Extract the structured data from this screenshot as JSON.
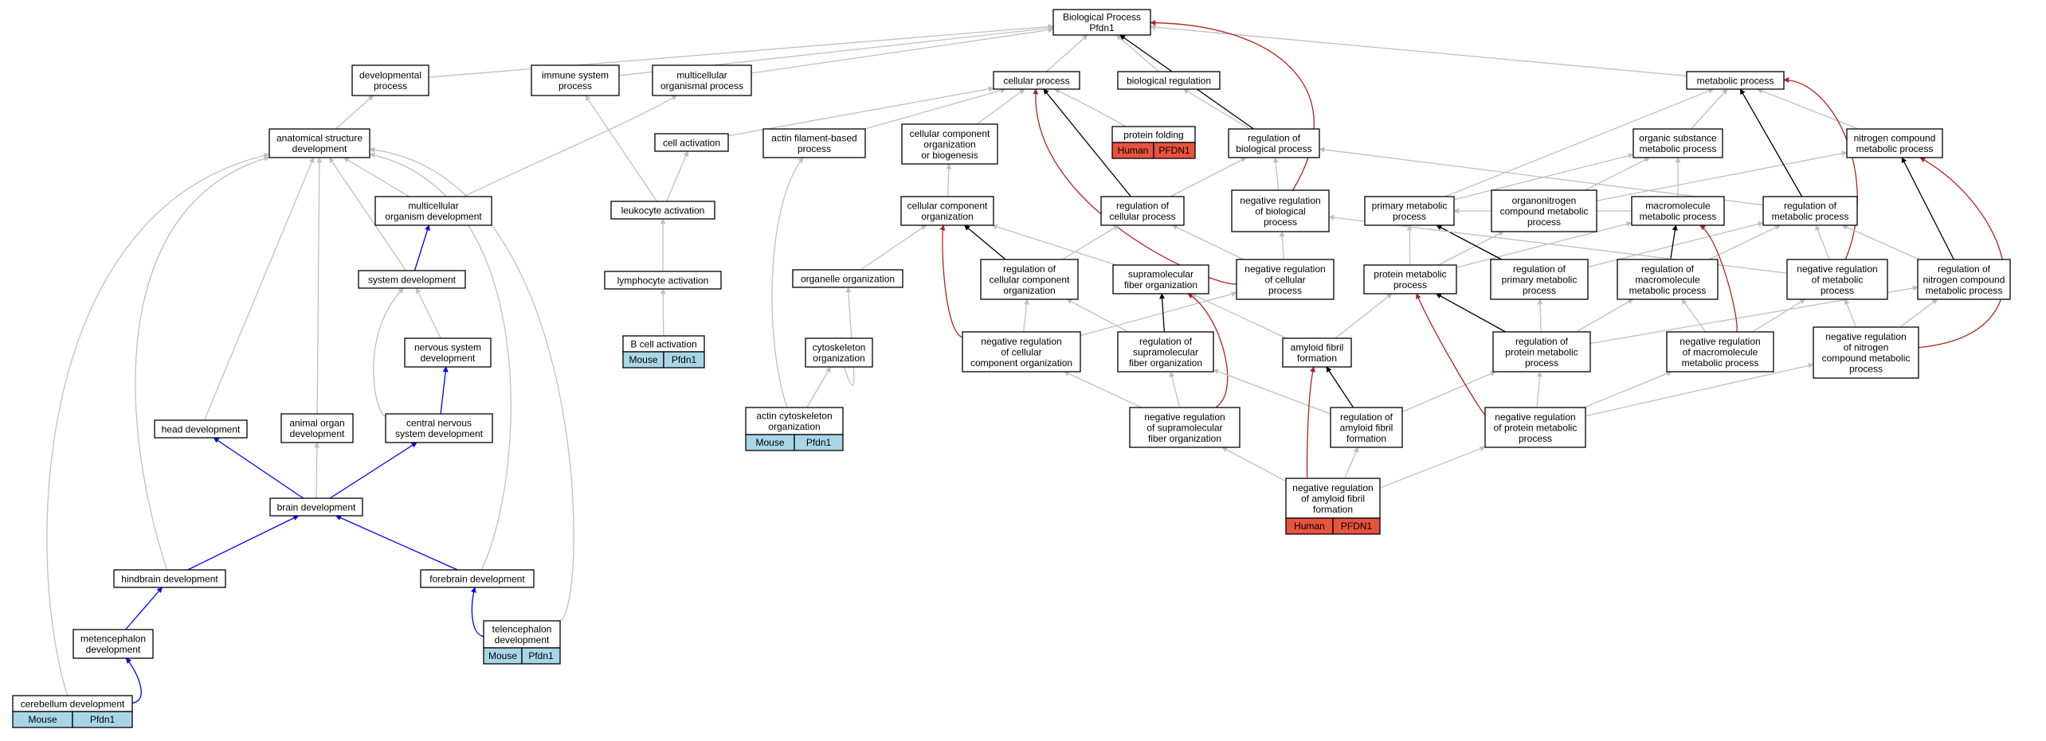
{
  "colors": {
    "is_a": "#c0c0c0",
    "part_of": "#000000",
    "positive": "#0000ff",
    "negative": "#b22222",
    "human_fill": "#e8533f",
    "mouse_fill": "#a8d6e6"
  },
  "nodes": [
    {
      "id": "bp",
      "lines": [
        "Biological Process",
        "Pfdn1"
      ]
    },
    {
      "id": "dev",
      "lines": [
        "developmental",
        "process"
      ]
    },
    {
      "id": "immune",
      "lines": [
        "immune system",
        "process"
      ]
    },
    {
      "id": "multicell",
      "lines": [
        "multicellular",
        "organismal process"
      ]
    },
    {
      "id": "cellproc",
      "lines": [
        "cellular process"
      ]
    },
    {
      "id": "bioreg",
      "lines": [
        "biological regulation"
      ]
    },
    {
      "id": "metab",
      "lines": [
        "metabolic process"
      ]
    },
    {
      "id": "anatdev",
      "lines": [
        "anatomical structure",
        "development"
      ]
    },
    {
      "id": "cellact",
      "lines": [
        "cell activation"
      ]
    },
    {
      "id": "actinfil",
      "lines": [
        "actin filament-based",
        "process"
      ]
    },
    {
      "id": "ccob",
      "lines": [
        "cellular component",
        "organization",
        "or biogenesis"
      ]
    },
    {
      "id": "protfold",
      "lines": [
        "protein folding"
      ],
      "ann": [
        "Human",
        "PFDN1"
      ],
      "org": "human"
    },
    {
      "id": "regbio",
      "lines": [
        "regulation of",
        "biological process"
      ]
    },
    {
      "id": "orgsub",
      "lines": [
        "organic substance",
        "metabolic process"
      ]
    },
    {
      "id": "nitro",
      "lines": [
        "nitrogen compound",
        "metabolic process"
      ]
    },
    {
      "id": "multorgdev",
      "lines": [
        "multicellular",
        "organism development"
      ]
    },
    {
      "id": "leuk",
      "lines": [
        "leukocyte activation"
      ]
    },
    {
      "id": "cco",
      "lines": [
        "cellular component",
        "organization"
      ]
    },
    {
      "id": "regcell",
      "lines": [
        "regulation of",
        "cellular process"
      ]
    },
    {
      "id": "negregbio",
      "lines": [
        "negative regulation",
        "of biological",
        "process"
      ]
    },
    {
      "id": "primmet",
      "lines": [
        "primary metabolic",
        "process"
      ]
    },
    {
      "id": "orgnitro",
      "lines": [
        "organonitrogen",
        "compound metabolic",
        "process"
      ]
    },
    {
      "id": "macromet",
      "lines": [
        "macromolecule",
        "metabolic process"
      ]
    },
    {
      "id": "regmet",
      "lines": [
        "regulation of",
        "metabolic process"
      ]
    },
    {
      "id": "sysdev",
      "lines": [
        "system development"
      ]
    },
    {
      "id": "lymph",
      "lines": [
        "lymphocyte activation"
      ]
    },
    {
      "id": "organelle",
      "lines": [
        "organelle organization"
      ]
    },
    {
      "id": "regcco",
      "lines": [
        "regulation of",
        "cellular component",
        "organization"
      ]
    },
    {
      "id": "supfib",
      "lines": [
        "supramolecular",
        "fiber organization"
      ]
    },
    {
      "id": "negregcell",
      "lines": [
        "negative regulation",
        "of cellular",
        "process"
      ]
    },
    {
      "id": "protmet",
      "lines": [
        "protein metabolic",
        "process"
      ]
    },
    {
      "id": "regprim",
      "lines": [
        "regulation of",
        "primary metabolic",
        "process"
      ]
    },
    {
      "id": "regmacro",
      "lines": [
        "regulation of",
        "macromolecule",
        "metabolic process"
      ]
    },
    {
      "id": "negregmet",
      "lines": [
        "negative regulation",
        "of metabolic",
        "process"
      ]
    },
    {
      "id": "regnitro",
      "lines": [
        "regulation of",
        "nitrogen compound",
        "metabolic process"
      ]
    },
    {
      "id": "bcell",
      "lines": [
        "B cell activation"
      ],
      "ann": [
        "Mouse",
        "Pfdn1"
      ],
      "org": "mouse"
    },
    {
      "id": "cytoskel",
      "lines": [
        "cytoskeleton",
        "organization"
      ]
    },
    {
      "id": "nsdev",
      "lines": [
        "nervous system",
        "development"
      ]
    },
    {
      "id": "negregcco",
      "lines": [
        "negative regulation",
        "of cellular",
        "component organization"
      ]
    },
    {
      "id": "regsupfib",
      "lines": [
        "regulation of",
        "supramolecular",
        "fiber organization"
      ]
    },
    {
      "id": "amyfib",
      "lines": [
        "amyloid fibril",
        "formation"
      ]
    },
    {
      "id": "regprotmet",
      "lines": [
        "regulation of",
        "protein metabolic",
        "process"
      ]
    },
    {
      "id": "negregmacro",
      "lines": [
        "negative regulation",
        "of macromolecule",
        "metabolic process"
      ]
    },
    {
      "id": "negregnitro",
      "lines": [
        "negative regulation",
        "of nitrogen",
        "compound metabolic",
        "process"
      ]
    },
    {
      "id": "headdev",
      "lines": [
        "head development"
      ]
    },
    {
      "id": "animorgan",
      "lines": [
        "animal organ",
        "development"
      ]
    },
    {
      "id": "cnsdev",
      "lines": [
        "central nervous",
        "system development"
      ]
    },
    {
      "id": "actincyto",
      "lines": [
        "actin cytoskeleton",
        "organization"
      ],
      "ann": [
        "Mouse",
        "Pfdn1"
      ],
      "org": "mouse"
    },
    {
      "id": "negregsup",
      "lines": [
        "negative regulation",
        "of supramolecular",
        "fiber organization"
      ]
    },
    {
      "id": "regamy",
      "lines": [
        "regulation of",
        "amyloid fibril",
        "formation"
      ]
    },
    {
      "id": "negregprot",
      "lines": [
        "negative regulation",
        "of protein metabolic",
        "process"
      ]
    },
    {
      "id": "braindev",
      "lines": [
        "brain development"
      ]
    },
    {
      "id": "negregamy",
      "lines": [
        "negative regulation",
        "of amyloid fibril",
        "formation"
      ],
      "ann": [
        "Human",
        "PFDN1"
      ],
      "org": "human"
    },
    {
      "id": "hinddev",
      "lines": [
        "hindbrain development"
      ]
    },
    {
      "id": "foredev",
      "lines": [
        "forebrain development"
      ]
    },
    {
      "id": "telen",
      "lines": [
        "telencephalon",
        "development"
      ],
      "ann": [
        "Mouse",
        "Pfdn1"
      ],
      "org": "mouse"
    },
    {
      "id": "metenc",
      "lines": [
        "metencephalon",
        "development"
      ]
    },
    {
      "id": "cereb",
      "lines": [
        "cerebellum development"
      ],
      "ann": [
        "Mouse",
        "Pfdn1"
      ],
      "org": "mouse"
    }
  ],
  "edges": [
    {
      "from": "dev",
      "to": "bp",
      "type": "is_a"
    },
    {
      "from": "immune",
      "to": "bp",
      "type": "is_a"
    },
    {
      "from": "multicell",
      "to": "bp",
      "type": "is_a"
    },
    {
      "from": "cellproc",
      "to": "bp",
      "type": "is_a"
    },
    {
      "from": "bioreg",
      "to": "bp",
      "type": "is_a"
    },
    {
      "from": "metab",
      "to": "bp",
      "type": "is_a"
    },
    {
      "from": "regbio",
      "to": "bp",
      "type": "part_of"
    },
    {
      "from": "negregbio",
      "to": "bp",
      "type": "negative"
    },
    {
      "from": "anatdev",
      "to": "dev",
      "type": "is_a"
    },
    {
      "from": "multorgdev",
      "to": "anatdev",
      "type": "is_a"
    },
    {
      "from": "multorgdev",
      "to": "multicell",
      "type": "is_a"
    },
    {
      "from": "sysdev",
      "to": "anatdev",
      "type": "is_a"
    },
    {
      "from": "sysdev",
      "to": "multorgdev",
      "type": "positive"
    },
    {
      "from": "headdev",
      "to": "anatdev",
      "type": "is_a"
    },
    {
      "from": "animorgan",
      "to": "anatdev",
      "type": "is_a"
    },
    {
      "from": "nsdev",
      "to": "sysdev",
      "type": "is_a"
    },
    {
      "from": "cnsdev",
      "to": "sysdev",
      "type": "is_a"
    },
    {
      "from": "cnsdev",
      "to": "nsdev",
      "type": "positive"
    },
    {
      "from": "braindev",
      "to": "headdev",
      "type": "positive"
    },
    {
      "from": "braindev",
      "to": "animorgan",
      "type": "is_a"
    },
    {
      "from": "braindev",
      "to": "cnsdev",
      "type": "positive"
    },
    {
      "from": "hinddev",
      "to": "anatdev",
      "type": "is_a"
    },
    {
      "from": "hinddev",
      "to": "braindev",
      "type": "positive"
    },
    {
      "from": "foredev",
      "to": "anatdev",
      "type": "is_a"
    },
    {
      "from": "foredev",
      "to": "braindev",
      "type": "positive"
    },
    {
      "from": "telen",
      "to": "anatdev",
      "type": "is_a"
    },
    {
      "from": "telen",
      "to": "foredev",
      "type": "positive"
    },
    {
      "from": "metenc",
      "to": "hinddev",
      "type": "positive"
    },
    {
      "from": "cereb",
      "to": "anatdev",
      "type": "is_a"
    },
    {
      "from": "cereb",
      "to": "metenc",
      "type": "positive"
    },
    {
      "from": "cellact",
      "to": "cellproc",
      "type": "is_a"
    },
    {
      "from": "leuk",
      "to": "cellact",
      "type": "is_a"
    },
    {
      "from": "leuk",
      "to": "immune",
      "type": "is_a"
    },
    {
      "from": "lymph",
      "to": "leuk",
      "type": "is_a"
    },
    {
      "from": "bcell",
      "to": "lymph",
      "type": "is_a"
    },
    {
      "from": "actinfil",
      "to": "cellproc",
      "type": "is_a"
    },
    {
      "from": "ccob",
      "to": "cellproc",
      "type": "is_a"
    },
    {
      "from": "protfold",
      "to": "cellproc",
      "type": "is_a"
    },
    {
      "from": "cco",
      "to": "ccob",
      "type": "is_a"
    },
    {
      "from": "organelle",
      "to": "cco",
      "type": "is_a"
    },
    {
      "from": "cytoskel",
      "to": "organelle",
      "type": "is_a"
    },
    {
      "from": "actincyto",
      "to": "cytoskel",
      "type": "is_a"
    },
    {
      "from": "actincyto",
      "to": "actinfil",
      "type": "is_a"
    },
    {
      "from": "regbio",
      "to": "bioreg",
      "type": "is_a"
    },
    {
      "from": "regcell",
      "to": "cellproc",
      "type": "part_of"
    },
    {
      "from": "regcell",
      "to": "regbio",
      "type": "is_a"
    },
    {
      "from": "negregbio",
      "to": "regbio",
      "type": "is_a"
    },
    {
      "from": "negregcell",
      "to": "cellproc",
      "type": "negative"
    },
    {
      "from": "negregcell",
      "to": "regcell",
      "type": "is_a"
    },
    {
      "from": "negregcell",
      "to": "negregbio",
      "type": "is_a"
    },
    {
      "from": "regcco",
      "to": "cco",
      "type": "part_of"
    },
    {
      "from": "regcco",
      "to": "regcell",
      "type": "is_a"
    },
    {
      "from": "negregcco",
      "to": "cco",
      "type": "negative"
    },
    {
      "from": "negregcco",
      "to": "regcco",
      "type": "is_a"
    },
    {
      "from": "negregcco",
      "to": "negregcell",
      "type": "is_a"
    },
    {
      "from": "supfib",
      "to": "cco",
      "type": "is_a"
    },
    {
      "from": "regsupfib",
      "to": "supfib",
      "type": "part_of"
    },
    {
      "from": "regsupfib",
      "to": "regcco",
      "type": "is_a"
    },
    {
      "from": "negregsup",
      "to": "supfib",
      "type": "negative"
    },
    {
      "from": "negregsup",
      "to": "regsupfib",
      "type": "is_a"
    },
    {
      "from": "negregsup",
      "to": "negregcco",
      "type": "is_a"
    },
    {
      "from": "amyfib",
      "to": "supfib",
      "type": "is_a"
    },
    {
      "from": "amyfib",
      "to": "protmet",
      "type": "is_a"
    },
    {
      "from": "regamy",
      "to": "amyfib",
      "type": "part_of"
    },
    {
      "from": "regamy",
      "to": "regsupfib",
      "type": "is_a"
    },
    {
      "from": "regamy",
      "to": "regprotmet",
      "type": "is_a"
    },
    {
      "from": "negregamy",
      "to": "amyfib",
      "type": "negative"
    },
    {
      "from": "negregamy",
      "to": "regamy",
      "type": "is_a"
    },
    {
      "from": "negregamy",
      "to": "negregsup",
      "type": "is_a"
    },
    {
      "from": "negregamy",
      "to": "negregprot",
      "type": "is_a"
    },
    {
      "from": "orgsub",
      "to": "metab",
      "type": "is_a"
    },
    {
      "from": "nitro",
      "to": "metab",
      "type": "is_a"
    },
    {
      "from": "primmet",
      "to": "metab",
      "type": "is_a"
    },
    {
      "from": "primmet",
      "to": "orgsub",
      "type": "is_a"
    },
    {
      "from": "orgnitro",
      "to": "orgsub",
      "type": "is_a"
    },
    {
      "from": "orgnitro",
      "to": "nitro",
      "type": "is_a"
    },
    {
      "from": "macromet",
      "to": "orgsub",
      "type": "is_a"
    },
    {
      "from": "macromet",
      "to": "primmet",
      "type": "is_a"
    },
    {
      "from": "regmet",
      "to": "metab",
      "type": "part_of"
    },
    {
      "from": "regmet",
      "to": "regbio",
      "type": "is_a"
    },
    {
      "from": "protmet",
      "to": "primmet",
      "type": "is_a"
    },
    {
      "from": "protmet",
      "to": "orgnitro",
      "type": "is_a"
    },
    {
      "from": "protmet",
      "to": "macromet",
      "type": "is_a"
    },
    {
      "from": "regprim",
      "to": "primmet",
      "type": "part_of"
    },
    {
      "from": "regprim",
      "to": "regmet",
      "type": "is_a"
    },
    {
      "from": "regmacro",
      "to": "macromet",
      "type": "part_of"
    },
    {
      "from": "regmacro",
      "to": "regmet",
      "type": "is_a"
    },
    {
      "from": "negregmet",
      "to": "metab",
      "type": "negative"
    },
    {
      "from": "negregmet",
      "to": "regmet",
      "type": "is_a"
    },
    {
      "from": "negregmet",
      "to": "negregbio",
      "type": "is_a"
    },
    {
      "from": "regnitro",
      "to": "nitro",
      "type": "part_of"
    },
    {
      "from": "regnitro",
      "to": "regmet",
      "type": "is_a"
    },
    {
      "from": "regprotmet",
      "to": "protmet",
      "type": "part_of"
    },
    {
      "from": "regprotmet",
      "to": "regprim",
      "type": "is_a"
    },
    {
      "from": "regprotmet",
      "to": "regmacro",
      "type": "is_a"
    },
    {
      "from": "regprotmet",
      "to": "regnitro",
      "type": "is_a"
    },
    {
      "from": "negregmacro",
      "to": "macromet",
      "type": "negative"
    },
    {
      "from": "negregmacro",
      "to": "regmacro",
      "type": "is_a"
    },
    {
      "from": "negregmacro",
      "to": "negregmet",
      "type": "is_a"
    },
    {
      "from": "negregnitro",
      "to": "nitro",
      "type": "negative"
    },
    {
      "from": "negregnitro",
      "to": "regnitro",
      "type": "is_a"
    },
    {
      "from": "negregnitro",
      "to": "negregmet",
      "type": "is_a"
    },
    {
      "from": "negregprot",
      "to": "protmet",
      "type": "negative"
    },
    {
      "from": "negregprot",
      "to": "regprotmet",
      "type": "is_a"
    },
    {
      "from": "negregprot",
      "to": "negregmacro",
      "type": "is_a"
    },
    {
      "from": "negregprot",
      "to": "negregnitro",
      "type": "is_a"
    }
  ]
}
